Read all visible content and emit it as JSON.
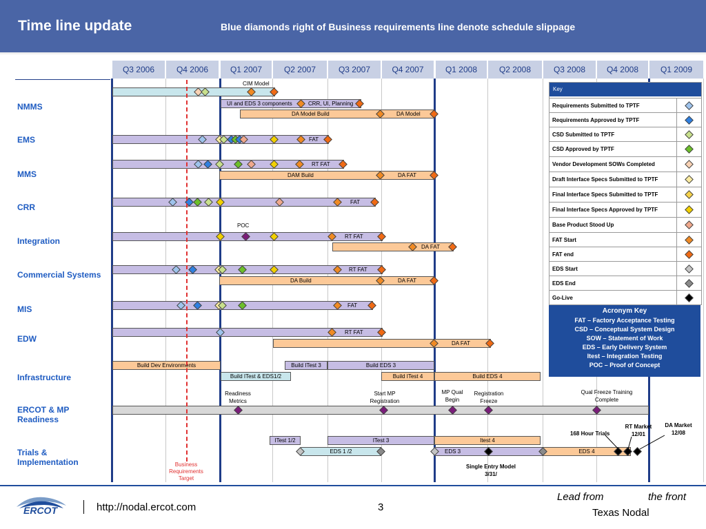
{
  "header": {
    "title": "Time line update",
    "subtitle": "Blue diamonds right of Business requirements line denote schedule slippage"
  },
  "quarters": [
    "Q3 2006",
    "Q4 2006",
    "Q1 2007",
    "Q2 2007",
    "Q3 2007",
    "Q4 2007",
    "Q1 2008",
    "Q2 2008",
    "Q3 2008",
    "Q4 2008",
    "Q1 2009"
  ],
  "rows": {
    "nmms": "NMMS",
    "ems": "EMS",
    "mms": "MMS",
    "crr": "CRR",
    "integration": "Integration",
    "commercial": "Commercial Systems",
    "mis": "MIS",
    "edw": "EDW",
    "infrastructure": "Infrastructure",
    "ercot_mp": "ERCOT & MP Readiness",
    "trials": "Trials & Implementation"
  },
  "bars": {
    "ui_eds3": "UI and EDS 3 components",
    "crr_ui": "CRR, UI, Planning",
    "da_model_build": "DA Model Build",
    "da_model": "DA Model",
    "fat": "FAT",
    "rt_fat": "RT FAT",
    "dam_build": "DAM Build",
    "da_fat": "DA FAT",
    "da_build": "DA Build",
    "build_dev_env": "Build Dev Environments",
    "build_itest3": "Build ITest 3",
    "build_eds3": "Build EDS 3",
    "build_itest_eds12": "Build ITest & EDS1/2",
    "build_itest4": "Build ITest 4",
    "build_eds4": "Build EDS 4",
    "itest12": "ITest 1/2",
    "itest3": "ITest 3",
    "itest4": "Itest  4",
    "eds12": "EDS 1 /2",
    "eds3": "EDS 3",
    "eds4": "EDS 4"
  },
  "labels": {
    "cim_model": "CIM  Model",
    "poc": "POC",
    "readiness_metrics": "Readiness Metrics",
    "start_mp_reg": "Start MP Registration",
    "mp_qual_begin": "MP Qual Begin",
    "reg_freeze": "Registration Freeze",
    "qual_freeze": "Qual Freeze Training Complete",
    "hour168": "168 Hour Trials",
    "rt_market": "RT Market 12/01",
    "da_market": "DA Market 12/08",
    "single_entry": "Single Entry Model 3/31/",
    "business_target": "Business Requirements Target"
  },
  "key": {
    "title": "Key",
    "items": [
      {
        "label": "Requirements Submitted to TPTF",
        "color": "#9ec3ec"
      },
      {
        "label": "Requirements Approved by TPTF",
        "color": "#2f7fe0"
      },
      {
        "label": "CSD Submitted to TPTF",
        "color": "#c8e08c"
      },
      {
        "label": "CSD Approved by TPTF",
        "color": "#6cbf2a"
      },
      {
        "label": "Vendor Development SOWs Completed",
        "color": "#f9d2b4"
      },
      {
        "label": "Draft Interface Specs Submitted to TPTF",
        "color": "#fbeba0"
      },
      {
        "label": "Final Interface Specs Submitted to TPTF",
        "color": "#f6d24a"
      },
      {
        "label": "Final Interface Specs Approved by TPTF",
        "color": "#f2d000"
      },
      {
        "label": "Base Product Stood Up",
        "color": "#f0a88c"
      },
      {
        "label": "FAT Start",
        "color": "#f08a24"
      },
      {
        "label": "FAT end",
        "color": "#f06a14"
      },
      {
        "label": "EDS Start",
        "color": "#c4c4c4"
      },
      {
        "label": "EDS End",
        "color": "#8a8a8a"
      },
      {
        "label": "Go-Live",
        "color": "#000000"
      }
    ]
  },
  "acronyms": {
    "title": "Acronym Key",
    "lines": [
      "FAT – Factory Acceptance Testing",
      "CSD – Conceptual System Design",
      "SOW – Statement of Work",
      "EDS – Early Delivery System",
      "Itest – Integration Testing",
      "POC – Proof of Concept"
    ]
  },
  "footer": {
    "logo_text": "ERCOT",
    "url": "http://nodal.ercot.com",
    "page": "3",
    "tag1": "Lead from",
    "tag2": "the front",
    "tag3": "Texas Nodal"
  }
}
